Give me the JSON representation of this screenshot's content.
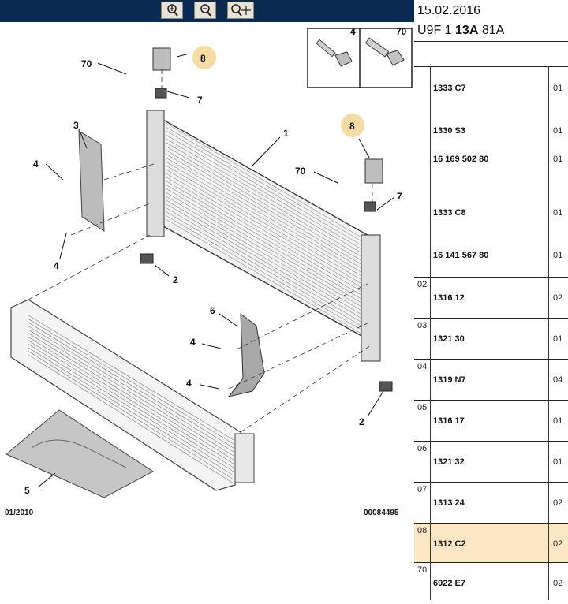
{
  "toolbar": {
    "zoom_in_icon": "zoom-in-icon",
    "zoom_out_icon": "zoom-out-icon",
    "pan_icon": "pan-icon"
  },
  "header": {
    "date": "15.02.2016",
    "code_prefix": "U9F 1 ",
    "code_bold": "13A",
    "code_suffix": " 81A"
  },
  "diagram": {
    "date_code": "01/2010",
    "ref_number": "00084495",
    "callouts": [
      "70",
      "8",
      "7",
      "3",
      "1",
      "8",
      "4",
      "70",
      "7",
      "4",
      "2",
      "6",
      "4",
      "4",
      "2",
      "5"
    ],
    "inset_labels": [
      "4",
      "70"
    ],
    "highlight_color": "#f5dca5"
  },
  "parts": [
    {
      "num": "",
      "refs": [
        "1333 C7",
        "1330 S3",
        "16 169 502 80",
        "1333 C8",
        "16 141 567 80"
      ],
      "qty": [
        "01",
        "01",
        "01",
        "01",
        "01"
      ]
    },
    {
      "num": "02",
      "refs": [
        "1316 12"
      ],
      "qty": [
        "02"
      ]
    },
    {
      "num": "03",
      "refs": [
        "1321 30"
      ],
      "qty": [
        "01"
      ]
    },
    {
      "num": "04",
      "refs": [
        "1319 N7"
      ],
      "qty": [
        "04"
      ]
    },
    {
      "num": "05",
      "refs": [
        "1316 17"
      ],
      "qty": [
        "01"
      ]
    },
    {
      "num": "06",
      "refs": [
        "1321 32"
      ],
      "qty": [
        "01"
      ]
    },
    {
      "num": "07",
      "refs": [
        "1313 24"
      ],
      "qty": [
        "02"
      ]
    },
    {
      "num": "08",
      "refs": [
        "1312 C2"
      ],
      "qty": [
        "02"
      ],
      "selected": true
    },
    {
      "num": "70",
      "refs": [
        "6922 E7"
      ],
      "qty": [
        "02"
      ]
    }
  ],
  "colors": {
    "topbar": "#0a2a52",
    "selected_row": "#fce7c5"
  }
}
